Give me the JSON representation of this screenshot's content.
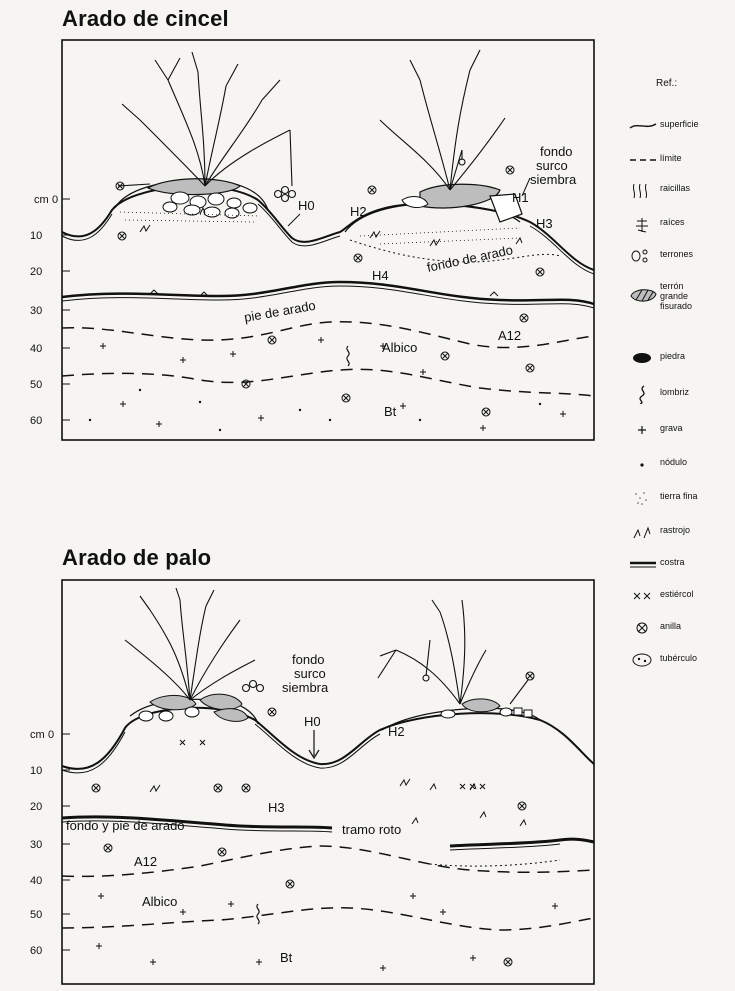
{
  "panels": [
    {
      "title": "Arado de cincel",
      "depth_unit": "cm",
      "depth_ticks": [
        "0",
        "10",
        "20",
        "30",
        "40",
        "50",
        "60"
      ],
      "labels": {
        "h0": "H0",
        "h1": "H1",
        "h2": "H2",
        "h3": "H3",
        "h4": "H4",
        "fondo_surco_siembra": [
          "fondo",
          "surco",
          "siembra"
        ],
        "fondo_de_arado": "fondo de arado",
        "pie_de_arado": "pie de arado",
        "a12": "A12",
        "albico": "Albico",
        "bt": "Bt"
      }
    },
    {
      "title": "Arado de palo",
      "depth_unit": "cm",
      "depth_ticks": [
        "0",
        "10",
        "20",
        "30",
        "40",
        "50",
        "60"
      ],
      "labels": {
        "h0": "H0",
        "h2": "H2",
        "h3": "H3",
        "fondo_surco_siembra": [
          "fondo",
          "surco",
          "siembra"
        ],
        "fondo_y_pie_de_arado": "fondo y pie de arado",
        "tramo_roto": "tramo roto",
        "a12": "A12",
        "albico": "Albico",
        "bt": "Bt"
      }
    }
  ],
  "legend": {
    "title": "Ref.:",
    "items": [
      {
        "icon": "superficie-line-icon",
        "label": "superficie"
      },
      {
        "icon": "limite-dash-icon",
        "label": "límite"
      },
      {
        "icon": "raicillas-icon",
        "label": "raicillas"
      },
      {
        "icon": "raices-icon",
        "label": "raíces"
      },
      {
        "icon": "terrones-icon",
        "label": "terrones"
      },
      {
        "icon": "terron-grande-icon",
        "label": "terrón\ngrande\nfisurado"
      },
      {
        "icon": "piedra-icon",
        "label": "piedra"
      },
      {
        "icon": "lombriz-icon",
        "label": "lombriz"
      },
      {
        "icon": "grava-icon",
        "label": "grava"
      },
      {
        "icon": "nodulo-icon",
        "label": "nódulo"
      },
      {
        "icon": "tierra-fina-icon",
        "label": "tierra fina"
      },
      {
        "icon": "rastrojo-icon",
        "label": "rastrojo"
      },
      {
        "icon": "costra-icon",
        "label": "costra"
      },
      {
        "icon": "estiercol-icon",
        "label": "estiércol"
      },
      {
        "icon": "anilla-icon",
        "label": "anilla"
      },
      {
        "icon": "tuberculo-icon",
        "label": "tubérculo"
      }
    ]
  }
}
